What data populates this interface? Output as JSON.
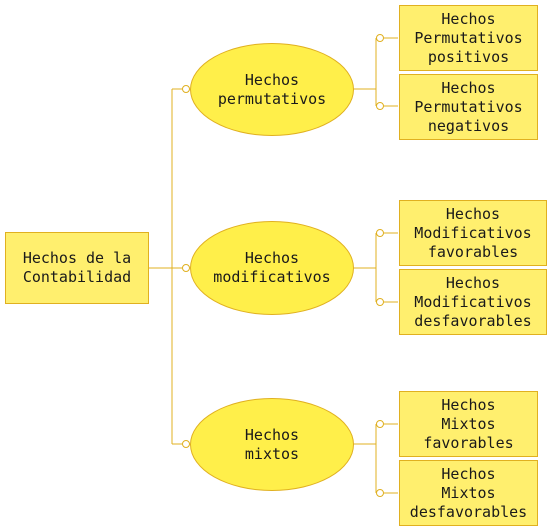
{
  "diagram": {
    "root": {
      "label": "Hechos de la\nContabilidad"
    },
    "branches": [
      {
        "label": "Hechos\npermutativos",
        "children": [
          {
            "label": "Hechos\nPermutativos\npositivos"
          },
          {
            "label": "Hechos\nPermutativos\nnegativos"
          }
        ]
      },
      {
        "label": "Hechos\nmodificativos",
        "children": [
          {
            "label": "Hechos\nModificativos\nfavorables"
          },
          {
            "label": "Hechos\nModificativos\ndesfavorables"
          }
        ]
      },
      {
        "label": "Hechos\nmixtos",
        "children": [
          {
            "label": "Hechos\nMixtos\nfavorables"
          },
          {
            "label": "Hechos\nMixtos\ndesfavorables"
          }
        ]
      }
    ]
  },
  "colors": {
    "node_fill": "#ffef6e",
    "ellipse_fill": "#ffef4a",
    "border": "#e0b020",
    "connector": "#e0b020"
  }
}
